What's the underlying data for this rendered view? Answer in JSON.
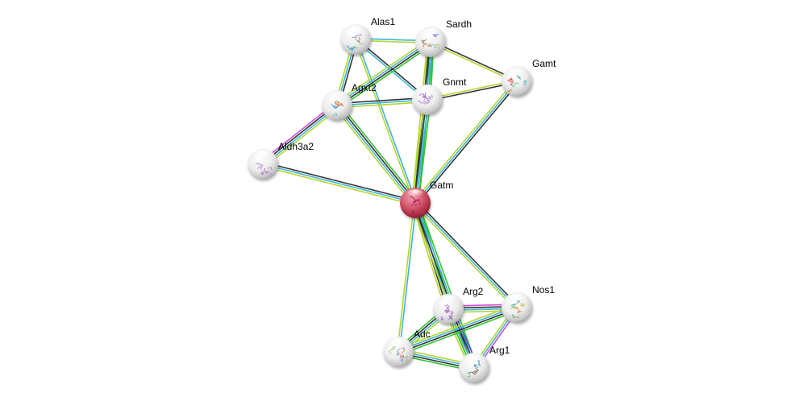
{
  "title": "STRING protein interaction network for Gatm",
  "colors": {
    "query_node": "#c0394f",
    "neighbor_node": "#e6e6e6",
    "edge_database": "#3bb5d9",
    "edge_experiments": "#d14ed6",
    "edge_textmining": "#b4d62f",
    "edge_coexpression": "#333333",
    "edge_neighborhood": "#2fc42f",
    "edge_homology": "#4d4df2"
  },
  "nodes": [
    {
      "id": "Gatm",
      "label": "Gatm",
      "query": true
    },
    {
      "id": "Alas1",
      "label": "Alas1",
      "query": false
    },
    {
      "id": "Sardh",
      "label": "Sardh",
      "query": false
    },
    {
      "id": "Gamt",
      "label": "Gamt",
      "query": false
    },
    {
      "id": "Gnmt",
      "label": "Gnmt",
      "query": false
    },
    {
      "id": "Agxt2",
      "label": "Agxt2",
      "query": false
    },
    {
      "id": "Aldh3a2",
      "label": "Aldh3a2",
      "query": false
    },
    {
      "id": "Arg2",
      "label": "Arg2",
      "query": false
    },
    {
      "id": "Nos1",
      "label": "Nos1",
      "query": false
    },
    {
      "id": "Adc",
      "label": "Adc",
      "query": false
    },
    {
      "id": "Arg1",
      "label": "Arg1",
      "query": false
    }
  ],
  "edges": [
    {
      "source": "Alas1",
      "target": "Sardh",
      "evidence": [
        "database",
        "textmining"
      ]
    },
    {
      "source": "Alas1",
      "target": "Agxt2",
      "evidence": [
        "coexpression",
        "database",
        "textmining"
      ]
    },
    {
      "source": "Alas1",
      "target": "Gnmt",
      "evidence": [
        "coexpression",
        "database"
      ]
    },
    {
      "source": "Alas1",
      "target": "Gatm",
      "evidence": [
        "database",
        "textmining"
      ]
    },
    {
      "source": "Sardh",
      "target": "Gamt",
      "evidence": [
        "coexpression",
        "textmining"
      ]
    },
    {
      "source": "Sardh",
      "target": "Agxt2",
      "evidence": [
        "neighborhood",
        "coexpression",
        "database",
        "textmining"
      ]
    },
    {
      "source": "Sardh",
      "target": "Gnmt",
      "evidence": [
        "neighborhood",
        "database",
        "coexpression",
        "textmining"
      ]
    },
    {
      "source": "Sardh",
      "target": "Gatm",
      "evidence": [
        "neighborhood",
        "database",
        "coexpression",
        "textmining"
      ]
    },
    {
      "source": "Gamt",
      "target": "Gnmt",
      "evidence": [
        "coexpression",
        "textmining"
      ]
    },
    {
      "source": "Gamt",
      "target": "Gatm",
      "evidence": [
        "coexpression",
        "database",
        "textmining"
      ]
    },
    {
      "source": "Gnmt",
      "target": "Agxt2",
      "evidence": [
        "textmining",
        "database",
        "coexpression"
      ]
    },
    {
      "source": "Gnmt",
      "target": "Gatm",
      "evidence": [
        "neighborhood",
        "database",
        "coexpression",
        "textmining"
      ]
    },
    {
      "source": "Agxt2",
      "target": "Aldh3a2",
      "evidence": [
        "textmining",
        "database",
        "coexpression",
        "experiments"
      ]
    },
    {
      "source": "Agxt2",
      "target": "Gatm",
      "evidence": [
        "neighborhood",
        "coexpression",
        "database",
        "textmining"
      ]
    },
    {
      "source": "Aldh3a2",
      "target": "Gatm",
      "evidence": [
        "coexpression",
        "database",
        "textmining"
      ]
    },
    {
      "source": "Gatm",
      "target": "Arg2",
      "evidence": [
        "neighborhood",
        "database",
        "coexpression",
        "textmining"
      ]
    },
    {
      "source": "Gatm",
      "target": "Arg1",
      "evidence": [
        "neighborhood",
        "database",
        "coexpression",
        "textmining"
      ]
    },
    {
      "source": "Gatm",
      "target": "Nos1",
      "evidence": [
        "coexpression",
        "database",
        "textmining"
      ]
    },
    {
      "source": "Gatm",
      "target": "Adc",
      "evidence": [
        "database",
        "textmining"
      ]
    },
    {
      "source": "Arg2",
      "target": "Nos1",
      "evidence": [
        "experiments",
        "coexpression",
        "database",
        "textmining"
      ]
    },
    {
      "source": "Arg2",
      "target": "Adc",
      "evidence": [
        "textmining",
        "database",
        "coexpression",
        "neighborhood"
      ]
    },
    {
      "source": "Arg2",
      "target": "Arg1",
      "evidence": [
        "homology",
        "coexpression",
        "database",
        "neighborhood",
        "textmining"
      ]
    },
    {
      "source": "Nos1",
      "target": "Adc",
      "evidence": [
        "neighborhood",
        "coexpression",
        "database",
        "textmining"
      ]
    },
    {
      "source": "Nos1",
      "target": "Arg1",
      "evidence": [
        "experiments",
        "database",
        "textmining"
      ]
    },
    {
      "source": "Adc",
      "target": "Arg1",
      "evidence": [
        "textmining",
        "database",
        "coexpression",
        "neighborhood"
      ]
    }
  ]
}
